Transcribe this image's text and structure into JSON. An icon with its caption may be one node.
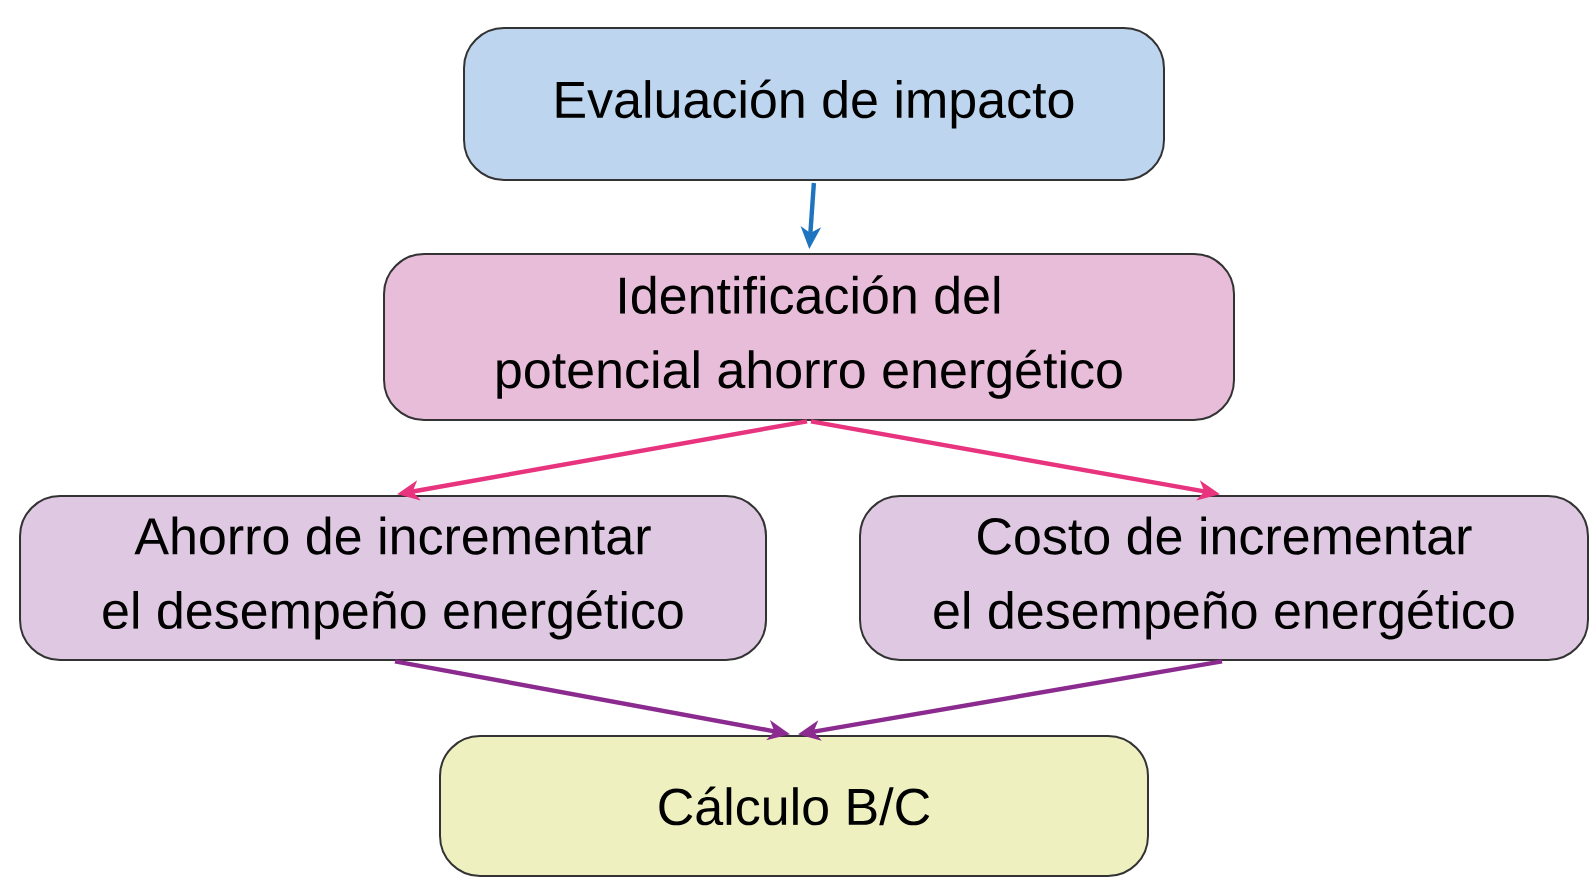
{
  "diagram": {
    "nodes": [
      {
        "text": [
          "Evaluación de impacto"
        ]
      },
      {
        "text": [
          "Identificación del potencial ahorro energético"
        ]
      },
      {
        "text": [
          "Ahorro de incrementar el desempeño energético"
        ]
      },
      {
        "text": [
          "Costo de incrementar el desempeño energético"
        ]
      },
      {
        "text": [
          "Cálculo B/C"
        ]
      }
    ],
    "edges": [
      {
        "from": 0,
        "to": 1,
        "arrow": "to",
        "color": "#1f74c0"
      },
      {
        "from": 1,
        "to": 2,
        "arrow": "to",
        "color": "#e8337e"
      },
      {
        "from": 1,
        "to": 3,
        "arrow": "to",
        "color": "#e8337e"
      },
      {
        "from": 2,
        "to": 4,
        "arrow": "to",
        "color": "#8b2a8f"
      },
      {
        "from": 3,
        "to": 4,
        "arrow": "to",
        "color": "#8b2a8f"
      }
    ]
  }
}
